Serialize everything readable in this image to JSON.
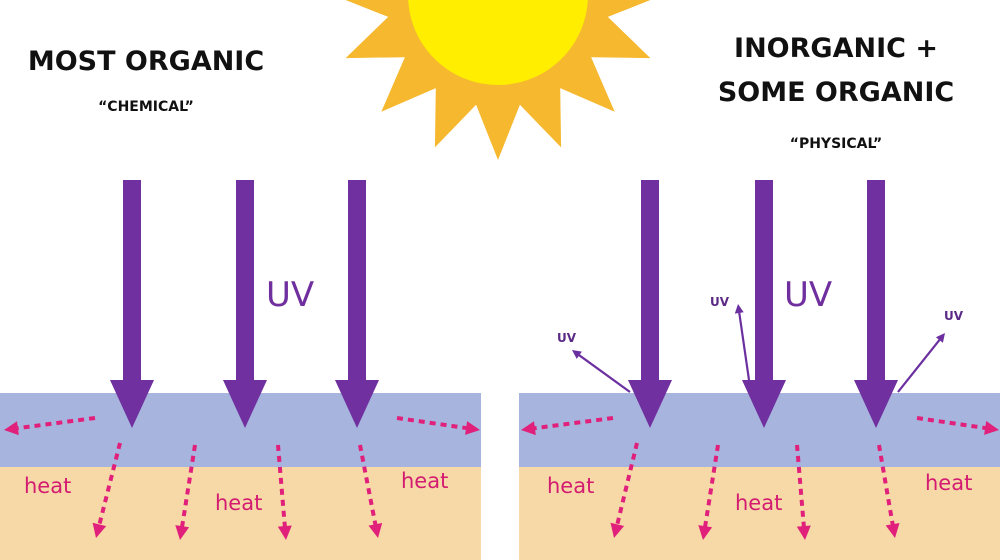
{
  "colors": {
    "sun_ray": "#f5b82e",
    "sun_core": "#ffee00",
    "uv_arrow": "#7030a0",
    "uv_scatter": "#6b2fa0",
    "sunscreen_layer": "#a7b4dd",
    "skin_layer": "#f6d9a6",
    "heat_arrow": "#e0207a",
    "heat_text": "#d41b72"
  },
  "left_panel": {
    "title": "MOST ORGANIC",
    "subtitle": "“CHEMICAL”",
    "uv_label": "UV",
    "heat_labels": [
      "heat",
      "heat",
      "heat"
    ]
  },
  "right_panel": {
    "title_line1": "INORGANIC +",
    "title_line2": "SOME ORGANIC",
    "subtitle": "“PHYSICAL”",
    "uv_label": "UV",
    "scatter_labels": [
      "UV",
      "UV",
      "UV"
    ],
    "heat_labels": [
      "heat",
      "heat",
      "heat"
    ]
  }
}
